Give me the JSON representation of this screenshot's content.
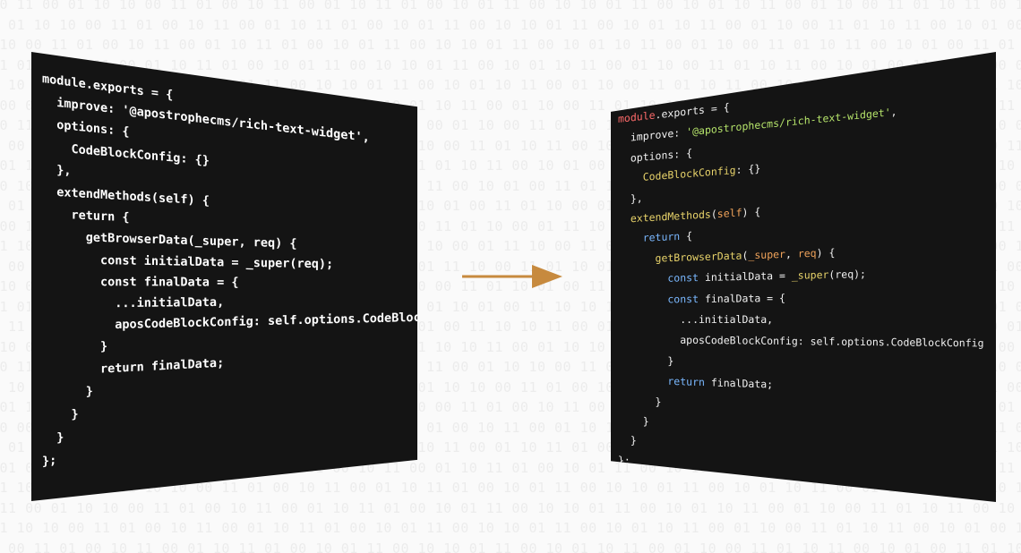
{
  "diagram": {
    "colors": {
      "panel_background": "#141414",
      "arrow": "#c78a3e",
      "background_digits": "#ececec",
      "syntax_keyword": "#7ab8ff",
      "syntax_string": "#b5e36a",
      "syntax_function": "#e8d36a",
      "syntax_param": "#f0a35a",
      "syntax_module": "#ff6b6b"
    },
    "background_pattern": "10 11 00 01 10 10 00 11 01 00 10 11 00 01 10 11 01 00 10 01 11 00 10 10 01 11 00 10 01 10 11 00 01 10 00 11 01 10 11 00 10 01 00 11 01 10 00 01 11 10 00 11 01 10 01 00 11 10",
    "left_panel": {
      "lines": [
        [
          {
            "t": "module.exports = {"
          }
        ],
        [
          {
            "t": "  improve: "
          },
          {
            "t": "'@apostrophecms/rich-text-widget',"
          }
        ],
        [
          {
            "t": "  options: {"
          }
        ],
        [
          {
            "t": "    CodeBlockConfig: {}"
          }
        ],
        [
          {
            "t": "  },"
          }
        ],
        [
          {
            "t": "  extendMethods(self) {"
          }
        ],
        [
          {
            "t": "    return {"
          }
        ],
        [
          {
            "t": "      getBrowserData(_super, req) {"
          }
        ],
        [
          {
            "t": "        const initialData = _super(req);"
          }
        ],
        [
          {
            "t": "        const finalData = {"
          }
        ],
        [
          {
            "t": "          ...initialData,"
          }
        ],
        [
          {
            "t": "          aposCodeBlockConfig: self.options.CodeBlockConfig"
          }
        ],
        [
          {
            "t": "        }"
          }
        ],
        [
          {
            "t": "        return finalData;"
          }
        ],
        [
          {
            "t": "      }"
          }
        ],
        [
          {
            "t": "    }"
          }
        ],
        [
          {
            "t": "  }"
          }
        ],
        [
          {
            "t": "};"
          }
        ]
      ]
    },
    "right_panel": {
      "lines": [
        [
          {
            "t": "module",
            "c": "red"
          },
          {
            "t": ".exports = {",
            "c": "white"
          }
        ],
        [
          {
            "t": "  improve: ",
            "c": "white"
          },
          {
            "t": "'@apostrophecms/rich-text-widget'",
            "c": "green"
          },
          {
            "t": ",",
            "c": "white"
          }
        ],
        [
          {
            "t": "  options: {",
            "c": "white"
          }
        ],
        [
          {
            "t": "    CodeBlockConfig",
            "c": "yellow"
          },
          {
            "t": ": {}",
            "c": "white"
          }
        ],
        [
          {
            "t": "  },",
            "c": "white"
          }
        ],
        [
          {
            "t": "  extendMethods",
            "c": "yellow"
          },
          {
            "t": "(",
            "c": "white"
          },
          {
            "t": "self",
            "c": "orange"
          },
          {
            "t": ") {",
            "c": "white"
          }
        ],
        [
          {
            "t": "    return",
            "c": "blue"
          },
          {
            "t": " {",
            "c": "white"
          }
        ],
        [
          {
            "t": "      getBrowserData",
            "c": "yellow"
          },
          {
            "t": "(",
            "c": "white"
          },
          {
            "t": "_super",
            "c": "orange"
          },
          {
            "t": ", ",
            "c": "white"
          },
          {
            "t": "req",
            "c": "orange"
          },
          {
            "t": ") {",
            "c": "white"
          }
        ],
        [
          {
            "t": "        const",
            "c": "blue"
          },
          {
            "t": " initialData = ",
            "c": "white"
          },
          {
            "t": "_super",
            "c": "yellow"
          },
          {
            "t": "(req);",
            "c": "white"
          }
        ],
        [
          {
            "t": "        const",
            "c": "blue"
          },
          {
            "t": " finalData = {",
            "c": "white"
          }
        ],
        [
          {
            "t": "          ...initialData,",
            "c": "white"
          }
        ],
        [
          {
            "t": "          aposCodeBlockConfig: self.options.CodeBlockConfig",
            "c": "white"
          }
        ],
        [
          {
            "t": "        }",
            "c": "white"
          }
        ],
        [
          {
            "t": "        return",
            "c": "blue"
          },
          {
            "t": " finalData;",
            "c": "white"
          }
        ],
        [
          {
            "t": "      }",
            "c": "white"
          }
        ],
        [
          {
            "t": "    }",
            "c": "white"
          }
        ],
        [
          {
            "t": "  }",
            "c": "white"
          }
        ],
        [
          {
            "t": "};",
            "c": "white"
          }
        ]
      ]
    }
  }
}
